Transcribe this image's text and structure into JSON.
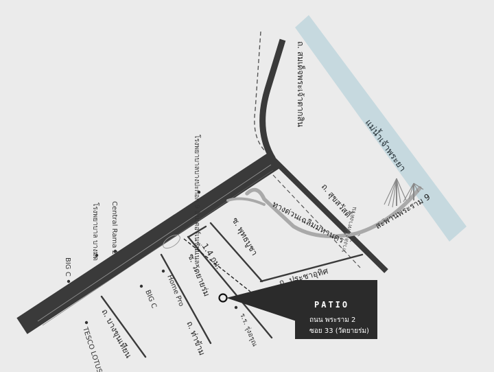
{
  "colors": {
    "background": "#ebebeb",
    "river": "#c6d9df",
    "main_road": "#3a3a3a",
    "expressway": "#a9a9a9",
    "callout": "#2b2b2b"
  },
  "river": {
    "label": "แม่น้ำเจ้าพระยา"
  },
  "roads": {
    "somdet": "ถ. สมเด็จพระเจ้าตากสิน",
    "suksawat": "ถ. สุขสวัสดิ์",
    "expressway": "ทางด่วนเฉลิมมหานคร",
    "bridge": "สะพานพระราม 9",
    "pracha_uthit": "ถ. ประชาอุทิศ",
    "phuthabucha": "ซ. พุทธบูชา",
    "watsai": "ซ. วัดยายร่ม",
    "bangkhunthian": "ถ. บางขุนเทียน",
    "thakham": "ถ. ท่าข้าม",
    "school": "ร.ร. รุ่งอรุณ",
    "under_ramp": "ทางลงใต้ทางด่วน"
  },
  "distance": "1.4 กม.",
  "pois": {
    "bangkok_hospital": "โรงพยาบาลบางปะกอก 9 อินเตอร์เนชั่นแนล",
    "bangmod_hospital": "โรงพยาบาล บางมด",
    "central": "Central Rama 2",
    "bigc_a": "BIG C",
    "bigc_b": "BIG C",
    "homepro": "Home Pro",
    "tesco": "TESCO LOTUS"
  },
  "callout": {
    "brand": "PATIO",
    "line1": "ถนน พระราม 2",
    "line2": "ซอย 33 (วัดยายร่ม)"
  }
}
